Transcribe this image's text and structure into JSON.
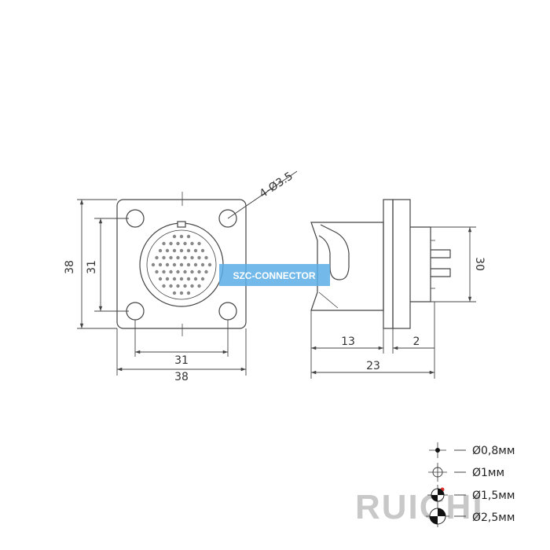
{
  "front_view": {
    "hole_callout": "4-Ø3.5",
    "dim_height_outer": "38",
    "dim_height_inner": "31",
    "dim_width_inner": "31",
    "dim_width_outer": "38"
  },
  "side_view": {
    "dim_height": "30",
    "dim_length_a": "13",
    "dim_length_b": "2",
    "dim_length_total": "23"
  },
  "watermark": {
    "text": "SZC-CONNECTOR",
    "color": "#5aaee6"
  },
  "legend": {
    "items": [
      {
        "label": "Ø0,8мм",
        "symbol": "dot-icon"
      },
      {
        "label": "Ø1мм",
        "symbol": "crosshair-icon"
      },
      {
        "label": "Ø1,5мм",
        "symbol": "half-filled-circle-icon"
      },
      {
        "label": "Ø2,5мм",
        "symbol": "quarter-filled-circle-icon"
      }
    ]
  },
  "brand": {
    "text": "RUICHI",
    "accent_color": "#e0302c"
  }
}
